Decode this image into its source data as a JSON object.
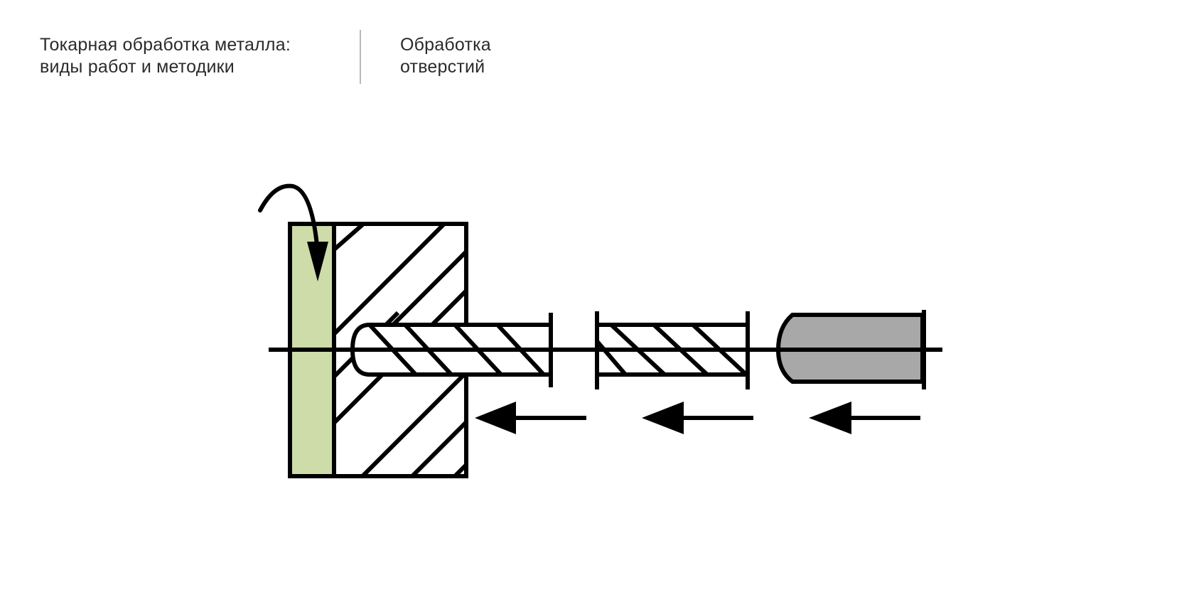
{
  "header": {
    "title_lines": [
      "Токарная обработка металла:",
      "виды работ и методики"
    ],
    "section_lines": [
      "Обработка",
      "отверстий"
    ]
  },
  "diagram": {
    "colors": {
      "stroke": "#000000",
      "chuck_fill": "#cddca9",
      "tool_fill": "#a8a8a8",
      "background": "#ffffff"
    },
    "parts": [
      "rotation-arrow",
      "chuck-jaw",
      "workpiece-section",
      "drill-in-hole",
      "drill-separate",
      "reamer-tool",
      "feed-arrow-1",
      "feed-arrow-2",
      "feed-arrow-3",
      "center-axis"
    ]
  }
}
